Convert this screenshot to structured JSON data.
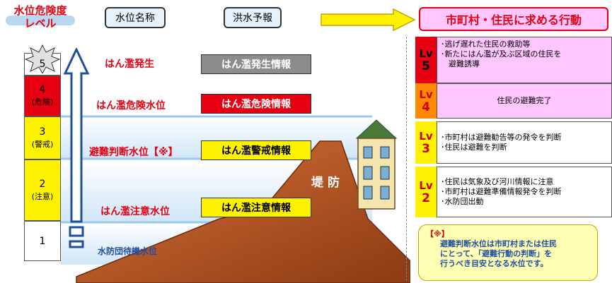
{
  "headers": {
    "level": [
      "水位危険度",
      "レベル"
    ],
    "water_level_name": "水位名称",
    "flood_forecast": "洪水予報",
    "actions": "市町村・住民に求める行動"
  },
  "levels": [
    {
      "num": "5",
      "sub": ""
    },
    {
      "num": "4",
      "sub": "(危険)"
    },
    {
      "num": "3",
      "sub": "(警戒)"
    },
    {
      "num": "2",
      "sub": "(注意)"
    },
    {
      "num": "1",
      "sub": ""
    }
  ],
  "level_names": {
    "l5": "はん濫発生",
    "l4": "はん濫危険水位",
    "l3": "避難判断水位【※】",
    "l2": "はん濫注意水位",
    "l1": "水防団待機水位"
  },
  "forecasts": {
    "l5": "はん濫発生情報",
    "l4": "はん濫危険情報",
    "l3": "はん濫警戒情報",
    "l2": "はん濫注意情報"
  },
  "levee_label": "堤防",
  "lv_prefix": "Lv",
  "actions": {
    "lv5": {
      "num": "5",
      "lines": [
        "･逃げ遅れた住民の救助等",
        "･新たにはん濫が及ぶ区域の住民を",
        "　避難誘導"
      ]
    },
    "lv4": {
      "num": "4",
      "lines": [
        "住民の避難完了"
      ]
    },
    "lv3": {
      "num": "3",
      "lines": [
        "･市町村は避難勧告等の発令を判断",
        "･住民は避難を判断"
      ]
    },
    "lv2": {
      "num": "2",
      "lines": [
        "･住民は気象及び河川情報に注意",
        "･市町村は避難準備情報発令を判断",
        "･水防団出動"
      ]
    }
  },
  "note": {
    "title": "【※】",
    "lines": [
      "避難判断水位は市町村または住民",
      "にとって、「避難行動の判断」を",
      "行うべき目安となる水位です。"
    ]
  },
  "colors": {
    "red": "#e60012",
    "yellow": "#fff200",
    "pink": "#ffc6ff",
    "orange": "#ff8a00",
    "blue": "#1f4e9e",
    "levee": "#b8501e"
  }
}
